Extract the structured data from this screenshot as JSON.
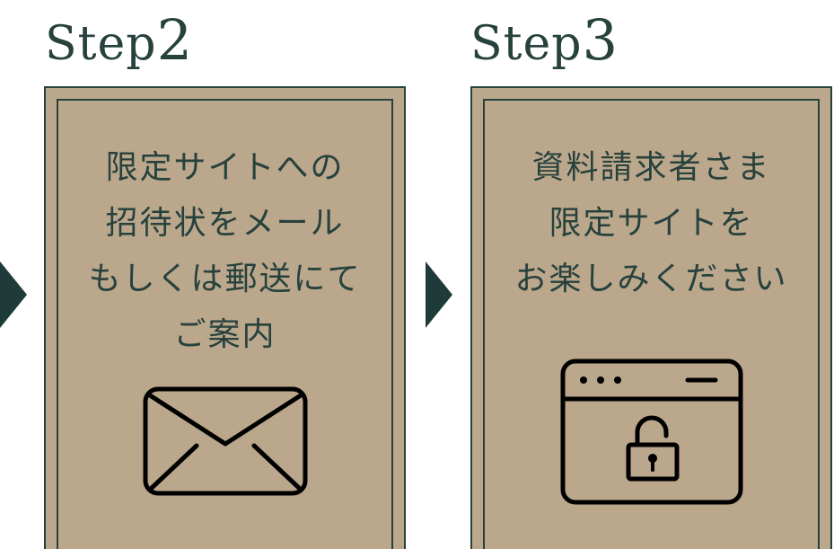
{
  "steps": [
    {
      "word": "Step",
      "number": "2",
      "lines": [
        "限定サイトへの",
        "招待状をメール",
        "もしくは郵送にて",
        "ご案内"
      ],
      "icon": "mail-envelope-icon"
    },
    {
      "word": "Step",
      "number": "3",
      "lines": [
        "資料請求者さま",
        "限定サイトを",
        "お楽しみください"
      ],
      "icon": "browser-unlock-icon"
    }
  ],
  "colors": {
    "card_bg": "#bba78c",
    "accent": "#27413d",
    "arrow": "#1f3b39",
    "background": "#ffffff"
  }
}
